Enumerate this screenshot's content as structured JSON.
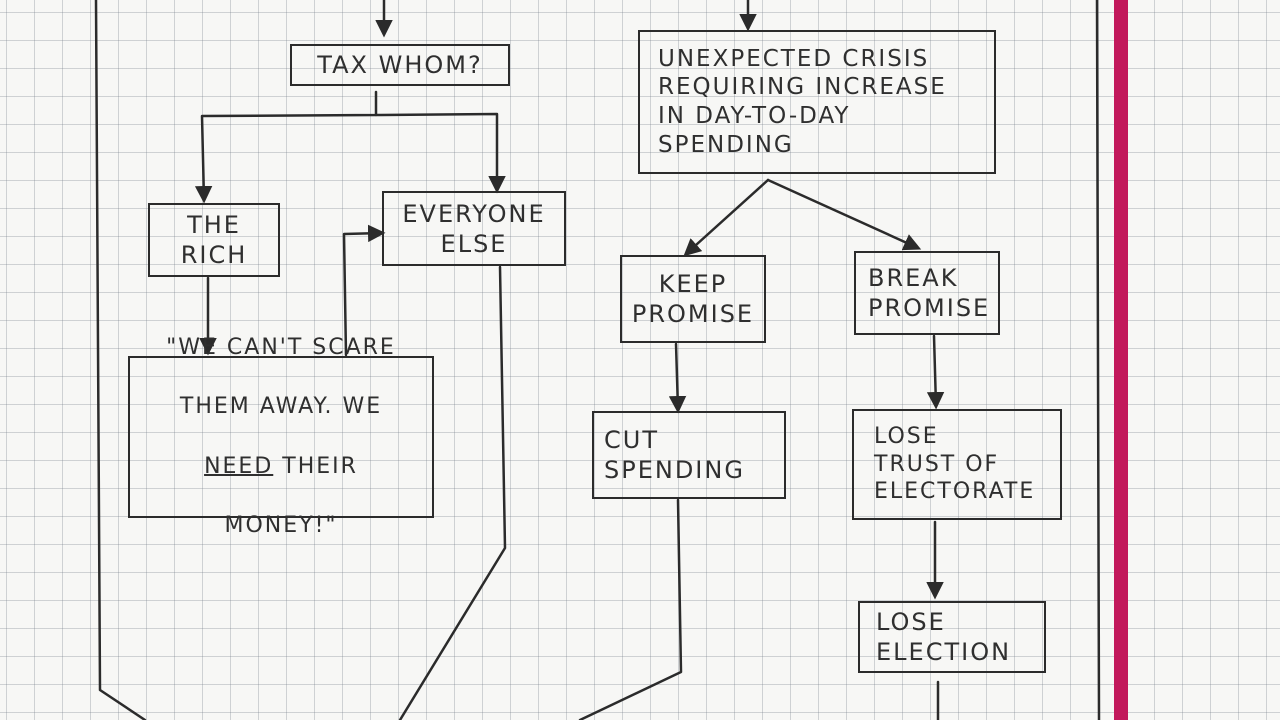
{
  "diagram": {
    "nodes": {
      "tax_whom": "TAX WHOM?",
      "the_rich": "THE\nRICH",
      "everyone_else": "EVERYONE\nELSE",
      "scare_quote": {
        "line1": "\"WE CAN'T SCARE",
        "line2": "THEM AWAY. WE",
        "need": "NEED",
        "line3_rest": " THEIR",
        "line4": "MONEY!\""
      },
      "crisis": "UNEXPECTED CRISIS\nREQUIRING INCREASE\nIN DAY-TO-DAY\nSPENDING",
      "keep_promise": "KEEP\nPROMISE",
      "break_promise": "BREAK\nPROMISE",
      "cut_spending": "CUT\nSPENDING",
      "lose_trust": "LOSE\nTRUST OF\nELECTORATE",
      "lose_election": "LOSE\nELECTION"
    },
    "colors": {
      "ink": "#2b2b2b",
      "margin_line": "#c2185b",
      "grid": "#78808c"
    }
  }
}
